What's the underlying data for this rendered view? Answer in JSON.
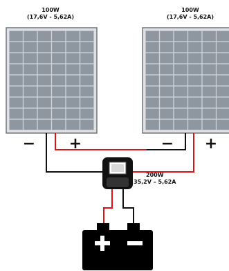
{
  "panels": [
    {
      "power": "100W",
      "spec": "(17,6V - 5,62A)"
    },
    {
      "power": "100W",
      "spec": "(17,6V - 5,62A)"
    }
  ],
  "controller": {
    "power": "200W",
    "spec": "35,2V – 5,62A"
  },
  "symbols": {
    "minus": "−",
    "plus": "+"
  },
  "colors": {
    "positive_wire": "#e01010",
    "negative_wire": "#111111",
    "panel_cell": "#8e96a0",
    "panel_frame": "#dfe1e4",
    "battery": "#000000"
  }
}
